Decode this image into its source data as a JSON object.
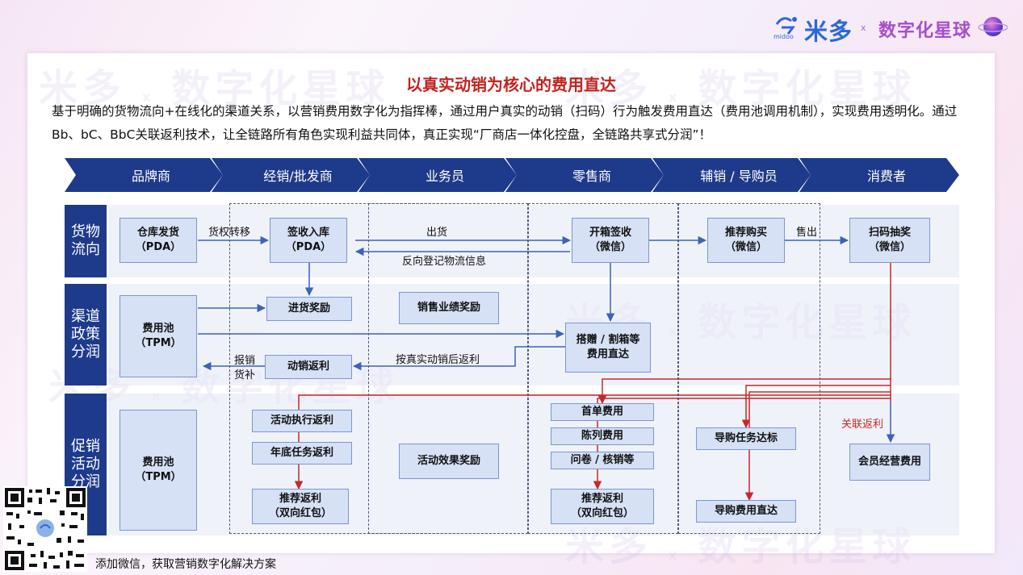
{
  "brand": {
    "name1": "米多",
    "sep": "x",
    "name2": "数字化星球",
    "sub": "midoo"
  },
  "watermark": {
    "a": "米多",
    "b": "数字化星球",
    "sep": "x",
    "sub": "midoo"
  },
  "title": "以真实动销为核心的费用直达",
  "intro": "基于明确的货物流向+在线化的渠道关系，以营销费用数字化为指挥棒，通过用户真实的动销（扫码）行为触发费用直达（费用池调用机制），实现费用透明化。通过Bb、bC、BbC关联返利技术，让全链路所有角色实现利益共同体，真正实现“厂商店一体化控盘，全链路共享式分润”！",
  "stages": [
    "品牌商",
    "经销/批发商",
    "业务员",
    "零售商",
    "辅销 / 导购员",
    "消费者"
  ],
  "rows": {
    "goods": "货物流向",
    "channel": "渠道政策分润",
    "promo": "促销活动分润"
  },
  "row_lines": {
    "goods": [
      "货物",
      "流向"
    ],
    "channel": [
      "渠道",
      "政策",
      "分润"
    ],
    "promo": [
      "促销",
      "活动",
      "分润"
    ]
  },
  "boxes": {
    "warehouse": [
      "仓库发货",
      "（PDA）"
    ],
    "receive": [
      "签收入库",
      "（PDA）"
    ],
    "open_box": [
      "开箱签收",
      "（微信）"
    ],
    "recommend_buy": [
      "推荐购买",
      "（微信）"
    ],
    "scan_prize": [
      "扫码抽奖",
      "（微信）"
    ],
    "fee_pool_1": [
      "费用池",
      "（TPM）"
    ],
    "purchase_reward": [
      "进货奖励"
    ],
    "sales_reward": [
      "销售业绩奖励"
    ],
    "gift_direct": [
      "搭赠 / 割箱等",
      "费用直达"
    ],
    "sell_rebate": [
      "动销返利"
    ],
    "fee_pool_2": [
      "费用池",
      "（TPM）"
    ],
    "activity_rebate": [
      "活动执行返利"
    ],
    "year_task_rebate": [
      "年底任务返利"
    ],
    "recommend_rebate_1": [
      "推荐返利",
      "（双向红包）"
    ],
    "activity_effect": [
      "活动效果奖励"
    ],
    "first_order": [
      "首单费用"
    ],
    "display_fee": [
      "陈列费用"
    ],
    "questionnaire": [
      "问卷 / 核销等"
    ],
    "recommend_rebate_2": [
      "推荐返利",
      "（双向红包）"
    ],
    "guide_task": [
      "导购任务达标"
    ],
    "guide_fee": [
      "导购费用直达"
    ],
    "member_fee": [
      "会员经营费用"
    ]
  },
  "labels": {
    "transfer": "货权转移",
    "ship": "出货",
    "reverse": "反向登记物流信息",
    "sold": "售出",
    "reimburse_1": "报销",
    "reimburse_2": "货补",
    "by_sales": "按真实动销后返利",
    "linked": "关联返利"
  },
  "footer": "添加微信，获取营销数字化解决方案",
  "colors": {
    "title": "#c0241f",
    "chevron": "#1e3a8a",
    "box_fill": "#d6e1f6",
    "box_border": "#7b97cc",
    "blue_arrow": "#3b63b8",
    "red_arrow": "#c62828"
  }
}
